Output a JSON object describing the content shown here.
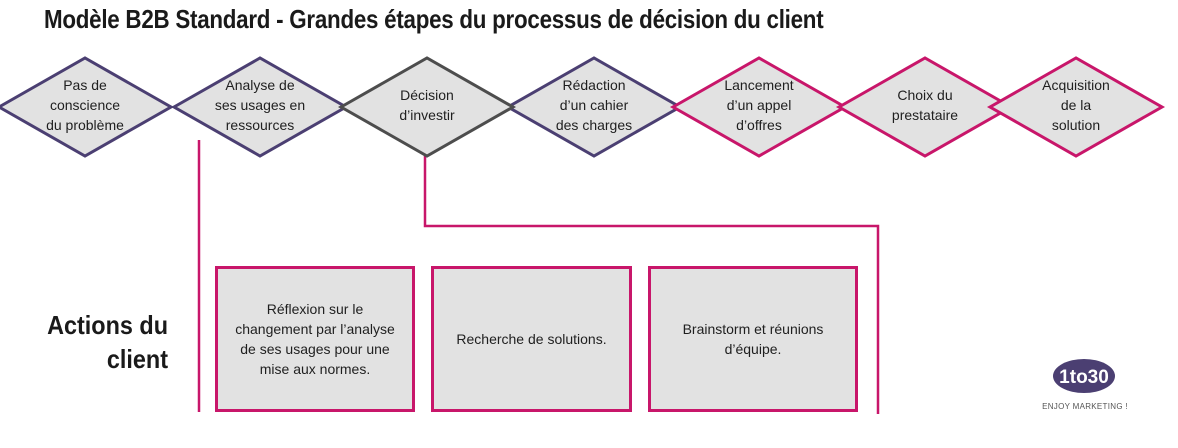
{
  "title": "Modèle B2B Standard - Grandes étapes du processus de décision du client",
  "colors": {
    "purple": "#4b3f72",
    "grey": "#4d4d4d",
    "magenta": "#c8166a",
    "fill": "#e2e2e2",
    "logo": "#4b3f72"
  },
  "steps": [
    {
      "label": "Pas de\nconscience\ndu problème",
      "color": "purple"
    },
    {
      "label": "Analyse de\nses usages en\nressources",
      "color": "purple"
    },
    {
      "label": "Décision\nd’investir",
      "color": "grey"
    },
    {
      "label": "Rédaction\nd’un cahier\ndes charges",
      "color": "purple"
    },
    {
      "label": "Lancement\nd’un appel\nd’offres",
      "color": "magenta"
    },
    {
      "label": "Choix du\nprestataire",
      "color": "magenta"
    },
    {
      "label": "Acquisition\nde la\nsolution",
      "color": "magenta"
    }
  ],
  "actions_heading": "Actions du\nclient",
  "actions": [
    "Réflexion sur le changement par l’analyse de ses usages pour une mise aux normes.",
    "Recherche de solutions.",
    "Brainstorm et réunions d’équipe."
  ],
  "logo": {
    "text": "1to30",
    "tagline": "ENJOY MARKETING !"
  }
}
